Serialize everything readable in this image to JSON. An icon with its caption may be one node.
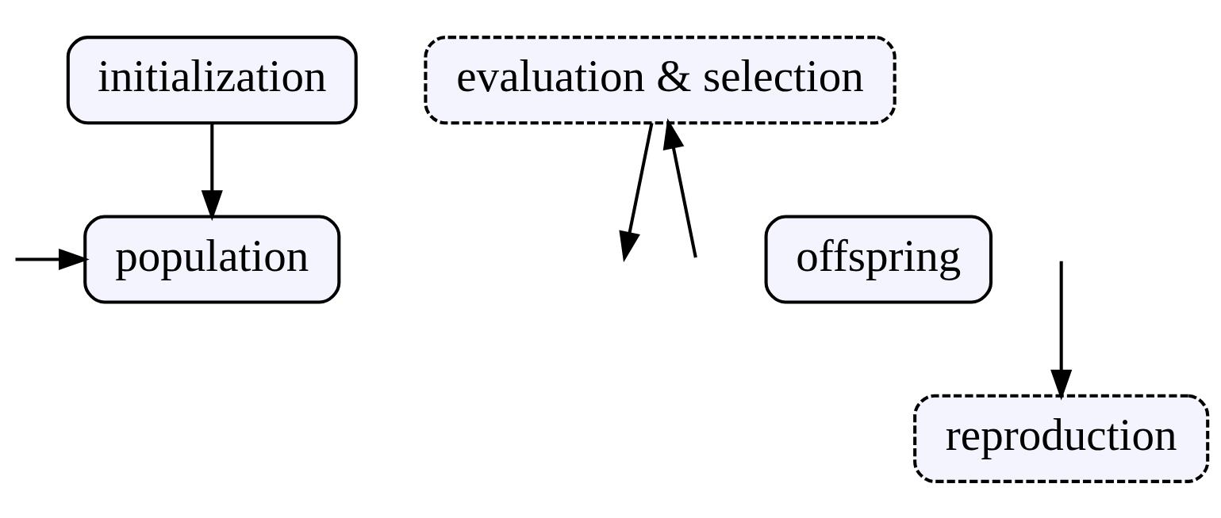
{
  "diagram": {
    "nodes": [
      {
        "text": [
          "initialization"
        ]
      },
      {
        "text": [
          "population"
        ]
      },
      {
        "text": [
          "evaluation & selection"
        ]
      },
      {
        "text": [
          "offspring"
        ]
      },
      {
        "text": [
          "reproduction"
        ]
      }
    ],
    "edges": [
      {
        "from": 0,
        "to": 1,
        "arrow": "to"
      },
      {
        "from": null,
        "to": 2,
        "arrow": "to"
      },
      {
        "from": null,
        "to": 1,
        "arrow": "to"
      },
      {
        "from": 2,
        "to": null,
        "arrow": "to"
      },
      {
        "from": null,
        "to": 4,
        "arrow": "to"
      }
    ]
  }
}
